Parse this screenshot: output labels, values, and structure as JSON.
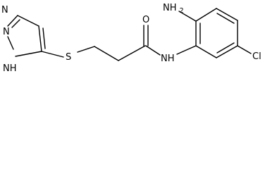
{
  "molecule": {
    "atoms": {
      "nh2": "NH2",
      "n_ring_top": "N",
      "n_ring_left": "N",
      "nh_ring": "NH",
      "s": "S",
      "o": "O",
      "nh_amide": "NH",
      "cl": "Cl"
    }
  }
}
